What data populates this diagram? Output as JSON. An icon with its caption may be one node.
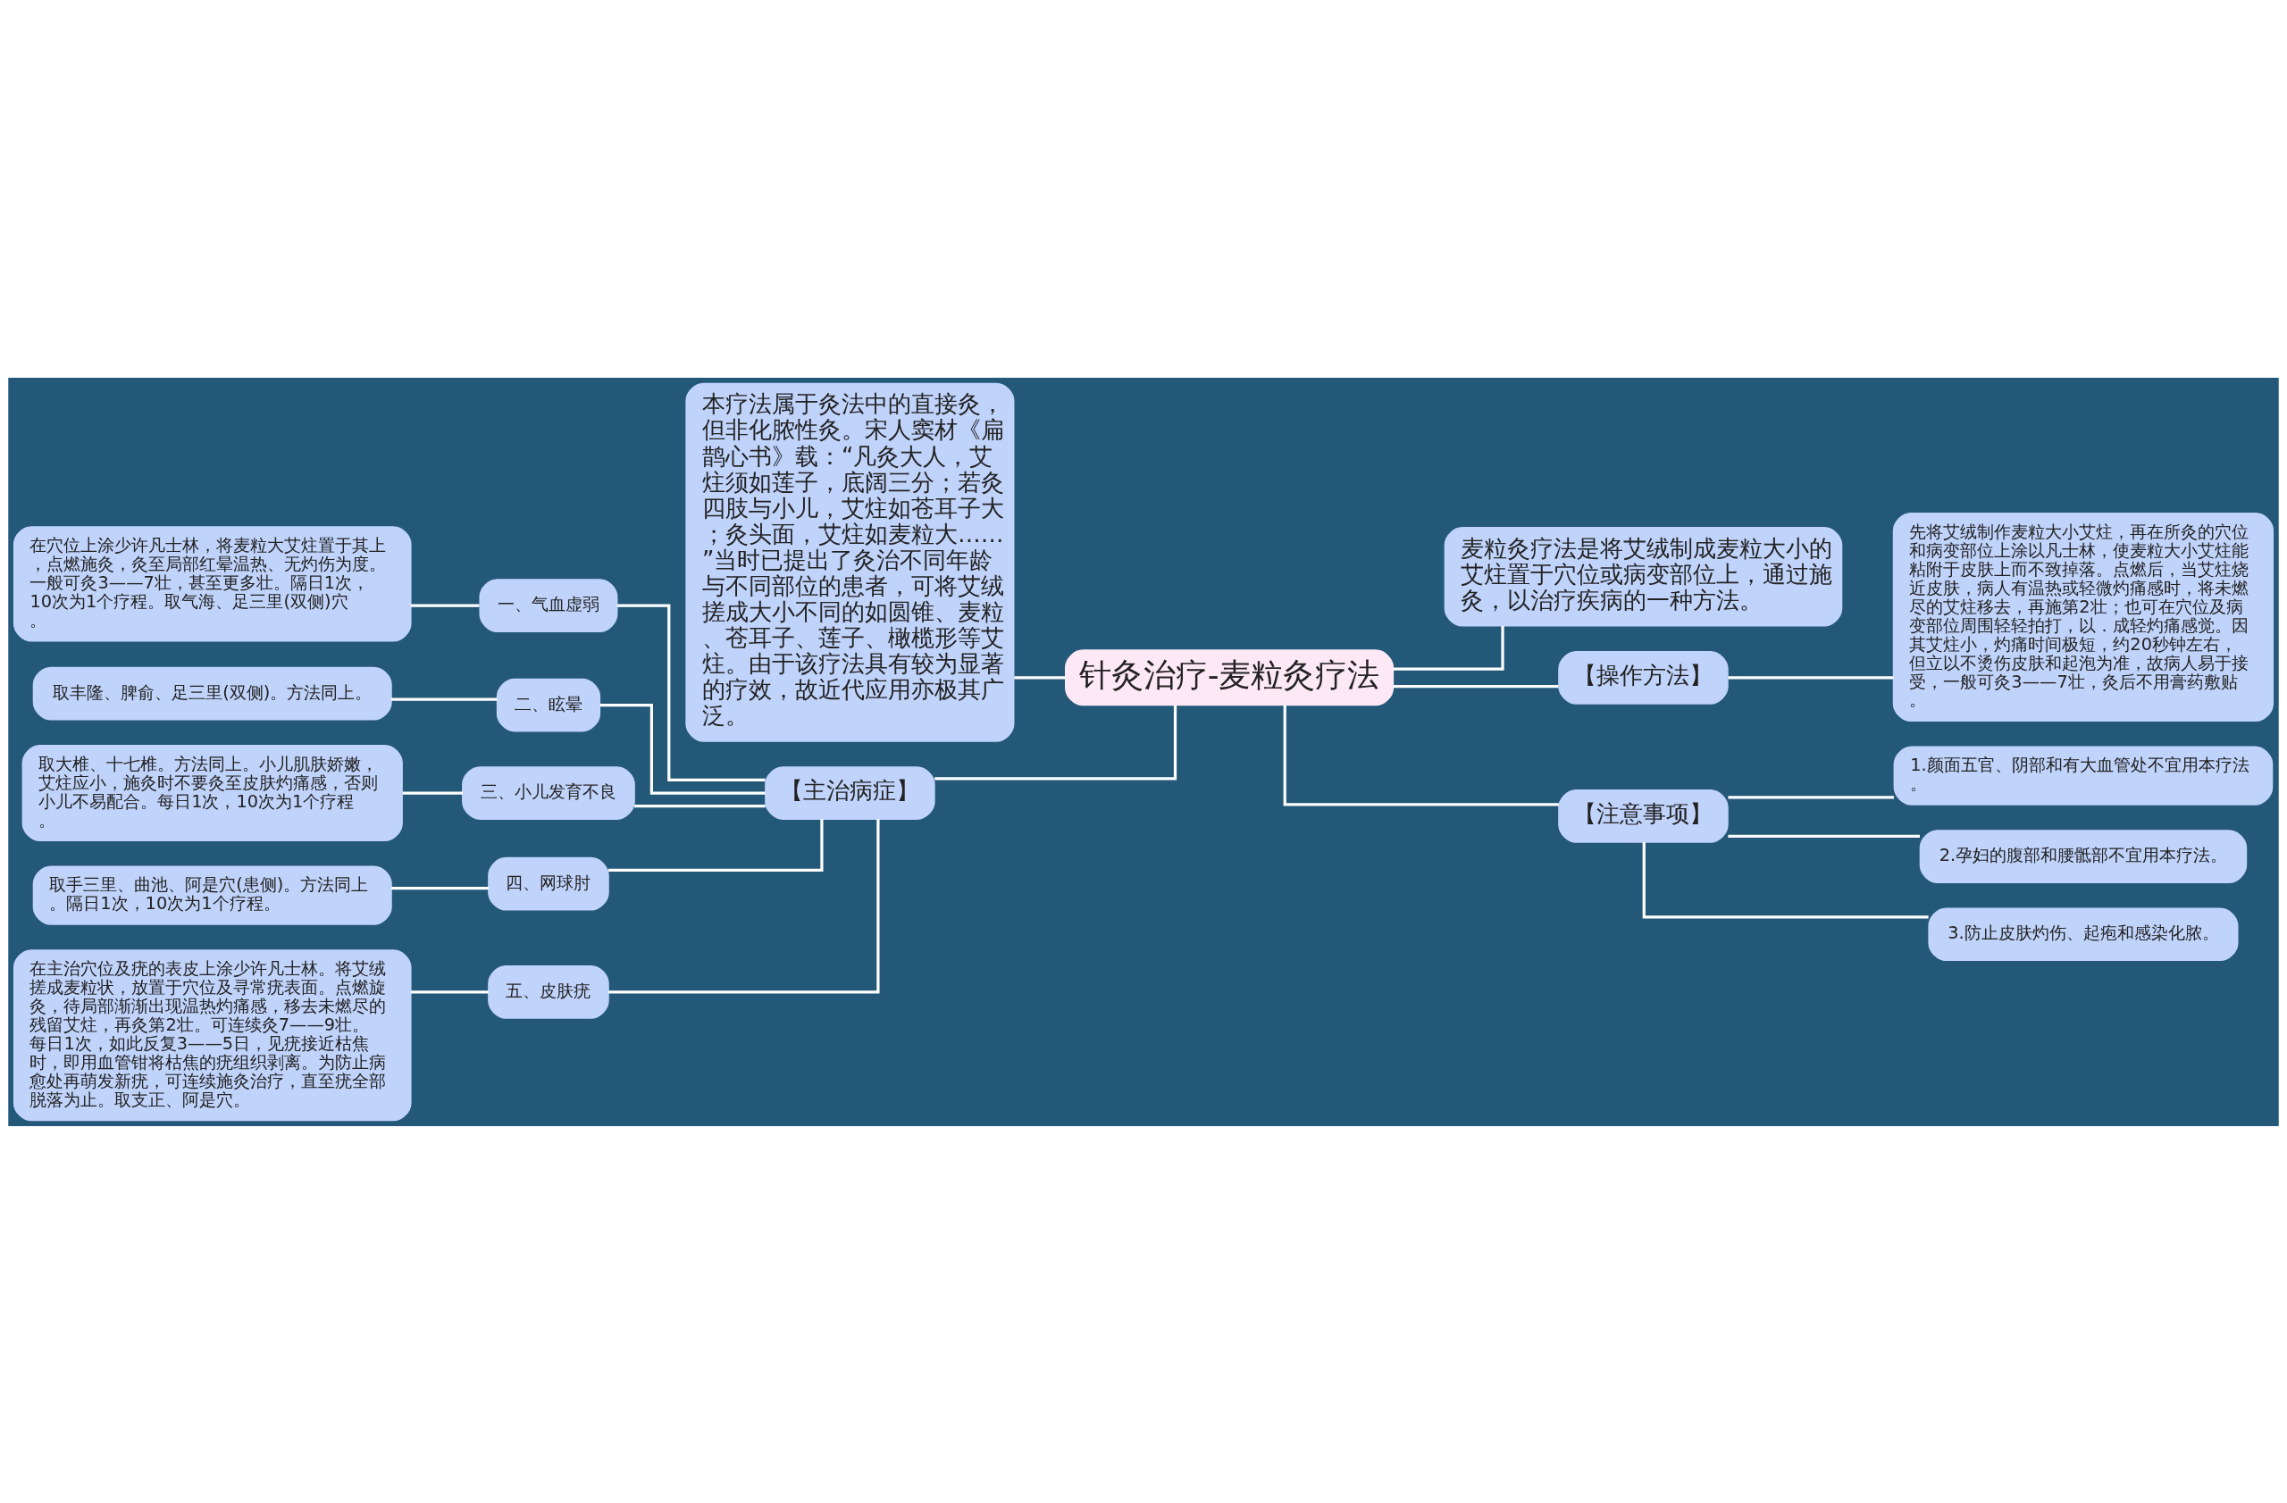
{
  "diagram": {
    "nodes": [
      {
        "text": [
          "针灸治疗-麦粒灸疗法"
        ]
      },
      {
        "text": [
          "本疗法属于灸法中的直接灸，但非化脓性灸。宋人窦材《扁鹊心书》载：“凡灸大人，艾炷须如莲子，底阔三分；若灸四肢与小儿，艾炷如苍耳子大；灸头面，艾炷如麦粒大……”当时已提出了灸治不同年龄与不同部位的患者，可将艾绒搓成大小不同的如圆锥、麦粒、苍耳子、莲子、橄榄形等艾炷。由于该疗法具有较为显著的疗效，故近代应用亦极其广泛。"
        ]
      },
      {
        "text": [
          "【主治病症】"
        ]
      },
      {
        "text": [
          "一、气血虚弱"
        ]
      },
      {
        "text": [
          "在穴位上涂少许凡士林，将麦粒大艾炷置于其上，点燃施灸，灸至局部红晕温热、无灼伤为度。一般可灸3——7壮，甚至更多壮。隔日1次，10次为1个疗程。取气海、足三里(双侧)穴。"
        ]
      },
      {
        "text": [
          "二、眩晕"
        ]
      },
      {
        "text": [
          "取丰隆、脾俞、足三里(双侧)。方法同上。"
        ]
      },
      {
        "text": [
          "三、小儿发育不良"
        ]
      },
      {
        "text": [
          "取大椎、十七椎。方法同上。小儿肌肤娇嫩，艾炷应小，施灸时不要灸至皮肤灼痛感，否则小儿不易配合。每日1次，10次为1个疗程。"
        ]
      },
      {
        "text": [
          "四、网球肘"
        ]
      },
      {
        "text": [
          "取手三里、曲池、阿是穴(患侧)。方法同上。隔日1次，10次为1个疗程。"
        ]
      },
      {
        "text": [
          "五、皮肤疣"
        ]
      },
      {
        "text": [
          "在主治穴位及疣的表皮上涂少许凡士林。将艾绒搓成麦粒状，放置于穴位及寻常疣表面。点燃旋灸，待局部渐渐出现温热灼痛感，移去未燃尽的残留艾炷，再灸第2壮。可连续灸7——9壮。每日1次，如此反复3——5日，见疣接近枯焦时，即用血管钳将枯焦的疣组织剥离。为防止病愈处再萌发新疣，可连续施灸治疗，直至疣全部脱落为止。取支正、阿是穴。"
        ]
      },
      {
        "text": [
          "麦粒灸疗法是将艾绒制成麦粒大小的艾炷置于穴位或病变部位上，通过施灸，以治疗疾病的一种方法。"
        ]
      },
      {
        "text": [
          "【操作方法】"
        ]
      },
      {
        "text": [
          "先将艾绒制作麦粒大小艾炷，再在所灸的穴位和病变部位上涂以凡士林，使麦粒大小艾炷能粘附于皮肤上而不致掉落。点燃后，当艾炷烧近皮肤，病人有温热或轻微灼痛感时，将未燃尽的艾炷移去，再施第2壮；也可在穴位及病变部位周围轻轻拍打，以．成轻灼痛感觉。因其艾炷小，灼痛时间极短，约20秒钟左右，但立以不烫伤皮肤和起泡为准，故病人易于接受，一般可灸3——7壮，灸后不用膏药敷贴。"
        ]
      },
      {
        "text": [
          "【注意事项】"
        ]
      },
      {
        "text": [
          "1.颜面五官、阴部和有大血管处不宜用本疗法。"
        ]
      },
      {
        "text": [
          "2.孕妇的腹部和腰骶部不宜用本疗法。"
        ]
      },
      {
        "text": [
          "3.防止皮肤灼伤、起疱和感染化脓。"
        ]
      }
    ],
    "edges": [
      {
        "from": 0,
        "to": 1,
        "arrow": "none"
      },
      {
        "from": 0,
        "to": 2,
        "arrow": "none"
      },
      {
        "from": 2,
        "to": 3,
        "arrow": "none"
      },
      {
        "from": 3,
        "to": 4,
        "arrow": "none"
      },
      {
        "from": 2,
        "to": 5,
        "arrow": "none"
      },
      {
        "from": 5,
        "to": 6,
        "arrow": "none"
      },
      {
        "from": 2,
        "to": 7,
        "arrow": "none"
      },
      {
        "from": 7,
        "to": 8,
        "arrow": "none"
      },
      {
        "from": 2,
        "to": 9,
        "arrow": "none"
      },
      {
        "from": 9,
        "to": 10,
        "arrow": "none"
      },
      {
        "from": 2,
        "to": 11,
        "arrow": "none"
      },
      {
        "from": 11,
        "to": 12,
        "arrow": "none"
      },
      {
        "from": 0,
        "to": 13,
        "arrow": "none"
      },
      {
        "from": 0,
        "to": 14,
        "arrow": "none"
      },
      {
        "from": 14,
        "to": 15,
        "arrow": "none"
      },
      {
        "from": 0,
        "to": 16,
        "arrow": "none"
      },
      {
        "from": 16,
        "to": 17,
        "arrow": "none"
      },
      {
        "from": 16,
        "to": 18,
        "arrow": "none"
      },
      {
        "from": 16,
        "to": 19,
        "arrow": "none"
      }
    ]
  }
}
